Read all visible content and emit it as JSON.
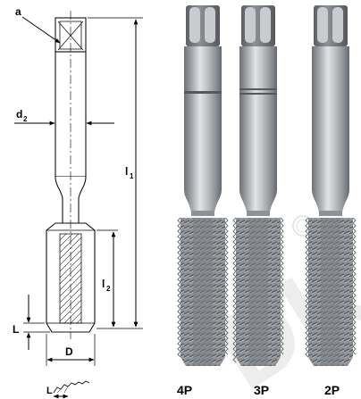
{
  "labels": {
    "a": "a",
    "d2_main": "d",
    "d2_sub": "2",
    "l1_main": "l",
    "l1_sub": "1",
    "l2_main": "l",
    "l2_sub": "2",
    "L": "L",
    "D": "D",
    "L_small": "L",
    "tap_4p": "4P",
    "tap_3p": "3P",
    "tap_2p": "2P"
  },
  "watermark": "DK",
  "colors": {
    "steel_dark": "#6f7276",
    "steel_mid": "#a3a6aa",
    "steel_light": "#dcdee0",
    "line": "#000000",
    "watermark": "#e6e6e6"
  }
}
